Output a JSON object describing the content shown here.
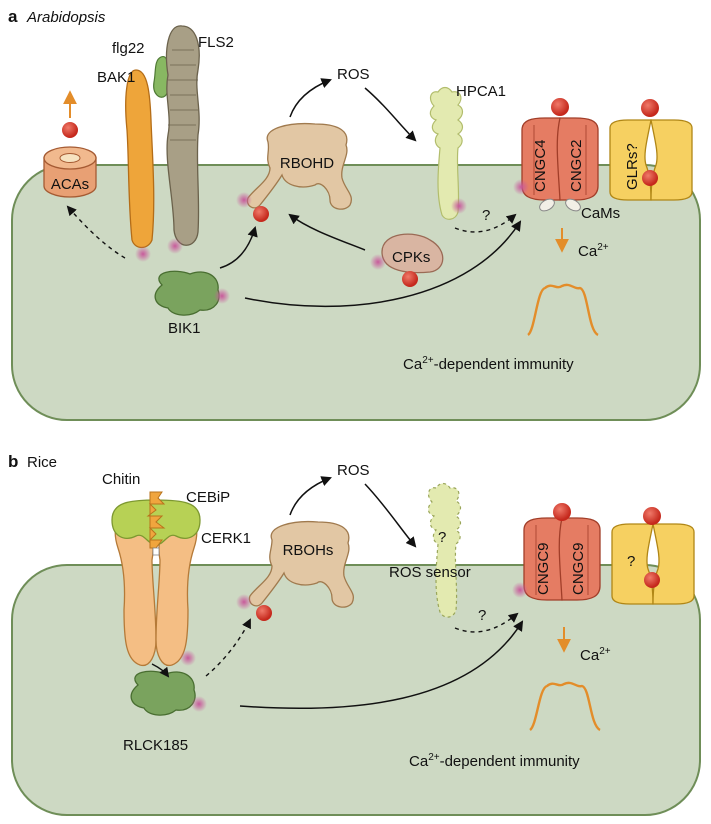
{
  "panel_a": {
    "letter": "a",
    "organism": "Arabidopsis",
    "labels": {
      "flg22": "flg22",
      "fls2": "FLS2",
      "bak1": "BAK1",
      "ros": "ROS",
      "hpca1": "HPCA1",
      "rbohd": "RBOHD",
      "acas": "ACAs",
      "cngc4": "CNGC4",
      "cngc2": "CNGC2",
      "glrs": "GLRs?",
      "cams": "CaMs",
      "question": "?",
      "cpks": "CPKs",
      "bik1": "BIK1",
      "ca_base": "Ca",
      "ca_sup": "2+",
      "immunity_base": "Ca",
      "immunity_sup": "2+",
      "immunity_rest": "-dependent immunity"
    }
  },
  "panel_b": {
    "letter": "b",
    "organism": "Rice",
    "labels": {
      "chitin": "Chitin",
      "cebip": "CEBiP",
      "cerk1": "CERK1",
      "ros": "ROS",
      "rbohs": "RBOHs",
      "ros_sensor": "ROS sensor",
      "sensor_question": "?",
      "cngc9_left": "CNGC9",
      "cngc9_right": "CNGC9",
      "channel_question": "?",
      "question": "?",
      "rlck185": "RLCK185",
      "ca_base": "Ca",
      "ca_sup": "2+",
      "immunity_base": "Ca",
      "immunity_sup": "2+",
      "immunity_rest": "-dependent immunity"
    }
  },
  "colors": {
    "cell": "#cdd9c3",
    "cell_border": "#6f8e58",
    "receptor_orange": "#eea53a",
    "fls2": "#a89f86",
    "flg22": "#88b862",
    "rboh": "#e2c7a4",
    "hpca1": "#e3eab0",
    "cngc": "#e57c63",
    "glr": "#f6d061",
    "bik1": "#7aa35e",
    "phospho": "#c85a9b",
    "calcium": "#d93b2c",
    "ca_signal": "#e38d2a"
  }
}
